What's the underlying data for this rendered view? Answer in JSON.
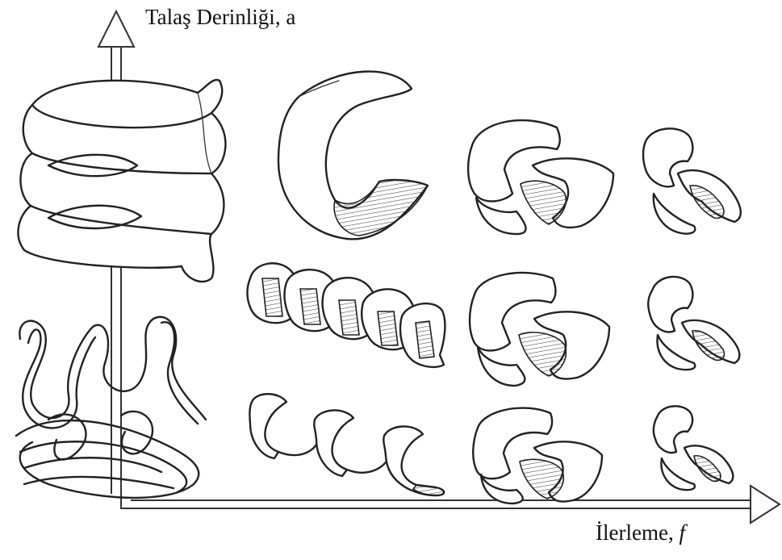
{
  "axes": {
    "y_label": "Talaş Derinliği, a",
    "x_label_text": "İlerleme, ",
    "x_label_symbol": "f"
  },
  "chip_grid": {
    "rows": 3,
    "columns": 3,
    "shapes": [
      [
        "large-c-chip",
        "medium-arc-chip",
        "small-arc-chip"
      ],
      [
        "helical-coil-chip",
        "medium-arc-chip",
        "small-arc-chip"
      ],
      [
        "open-spiral-chip",
        "medium-arc-chip",
        "small-arc-chip"
      ]
    ]
  },
  "left_column": [
    "large-ribbon-chip",
    "snarled-tangled-chip"
  ],
  "colors": {
    "ink": "#222222",
    "background": "#ffffff"
  }
}
